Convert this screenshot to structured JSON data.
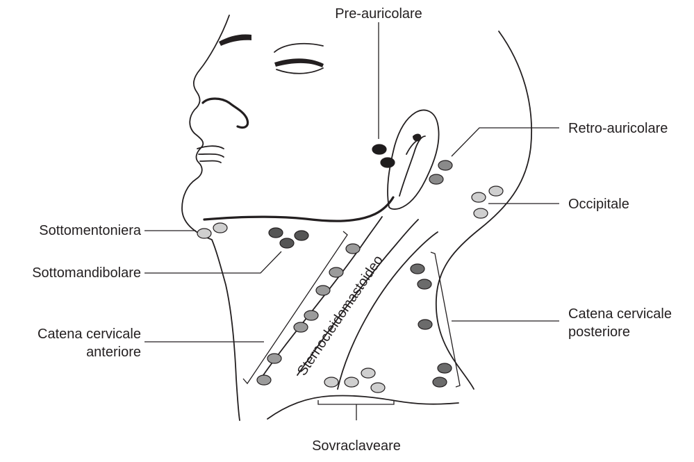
{
  "labels": {
    "pre_auricolare": "Pre-auricolare",
    "retro_auricolare": "Retro-auricolare",
    "occipitale": "Occipitale",
    "sottomentoniera": "Sottomentoniera",
    "sottomandibolare": "Sottomandibolare",
    "catena_anteriore_line1": "Catena cervicale",
    "catena_anteriore_line2": "anteriore",
    "catena_posteriore_line1": "Catena cervicale",
    "catena_posteriore_line2": "posteriore",
    "sovraclaveare": "Sovraclaveare",
    "sternocleidomastoideo": "Sternocleidomastoideo"
  },
  "colors": {
    "ink": "#231f20",
    "node_dark": "#1e1c1d",
    "node_mid": "#6b6b6b",
    "node_gray": "#9b9b9b",
    "node_light": "#cfcfcf"
  }
}
